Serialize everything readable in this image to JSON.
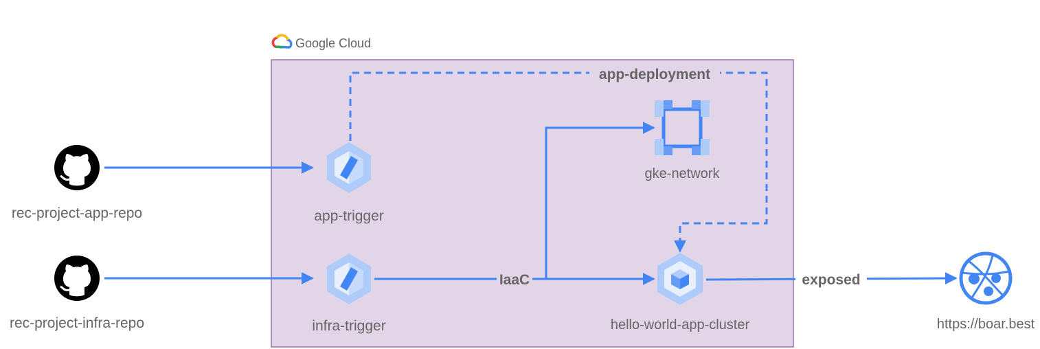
{
  "header": {
    "brand": "Google Cloud",
    "logo_icon": "google-cloud-logo-icon"
  },
  "colors": {
    "region_fill": "#e1d5e7",
    "region_border": "#9673a6",
    "edge": "#4284f3",
    "icon_light": "#aecbfa",
    "icon_dark": "#669df6",
    "icon_mid": "#4285f4",
    "text": "#666666"
  },
  "sources": [
    {
      "label": "rec-project-app-repo",
      "icon": "github-icon"
    },
    {
      "label": "rec-project-infra-repo",
      "icon": "github-icon"
    }
  ],
  "nodes": {
    "app_trigger": {
      "label": "app-trigger",
      "icon": "cloud-build-icon"
    },
    "infra_trigger": {
      "label": "infra-trigger",
      "icon": "cloud-build-icon"
    },
    "gke_network": {
      "label": "gke-network",
      "icon": "vpc-network-icon"
    },
    "cluster": {
      "label": "hello-world-app-cluster",
      "icon": "gke-icon"
    },
    "endpoint": {
      "label": "https://boar.best",
      "icon": "web-endpoint-icon"
    }
  },
  "edges": {
    "app_deployment": "app-deployment",
    "iaac": "IaaC",
    "exposed": "exposed"
  }
}
